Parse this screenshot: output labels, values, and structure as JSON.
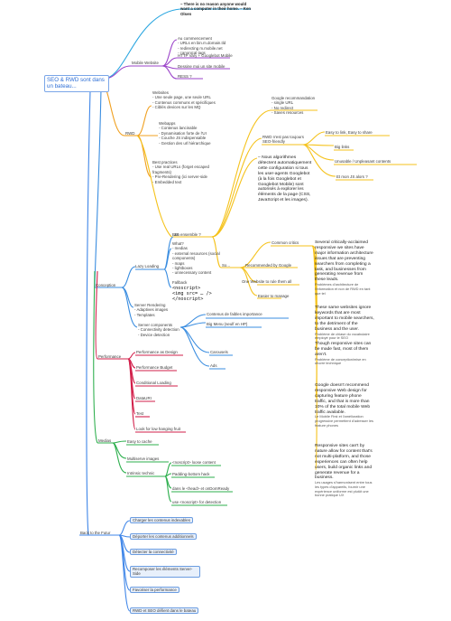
{
  "root": "SEO & RWD sont dans un bateau...",
  "quote": "– There is no reason anyone would want a computer in their home. – Ken Olsen",
  "mobile_website": {
    "label": "Mobile Website",
    "beginning": "Au commencement\n- URLs en bin.m.domain.tld\n- redirecting m.mobile.net\n- canonical tags",
    "http_vary": "HTTP Vary + Googlebot Mobile",
    "design": "Dessine moi un site mobile",
    "rss": "RESS ?"
  },
  "rwd": {
    "label": "RWD",
    "websites": "Websites\n- Une seule page, une seule URL\n- Contenus communs et spécifiques\n- Ciblés devices sur les MQ",
    "webapps": "Webapps\n- Contenus lancinable\n- Dynamisation forte de l'UI\n- Couche JS indispensable\n- Gestion des url hiérarchique",
    "best_practices": "Best practices\n- Use real URLs (forget escaped fragments)\n- Pre-Rendering (ici server-side\n- Embedded text"
  },
  "bon_ensemble": {
    "label": "Bon ensemble ?",
    "google_reco": "Google recommandation\n- single URL\n- No redirect\n- Saves resources",
    "rwd_not_friendly": "RWD n'est pas toujours SEO-friendly",
    "easy_to_share": "Easy to link, Easy to share",
    "big_links": "Big links",
    "unusable": "Unusable / Unpleasant contents",
    "et_mon_js": "Et mon JS alors ?",
    "algos": "– Nous algorithmes détectent automatiquement cette configuration si tous les user-agents Googlebot (à la fois Googlebot et Googlebot Mobile) sont autorisés à explorer les éléments de la page (CSS, JavaScript et les images)."
  },
  "so": {
    "label": "So...",
    "common_critics": "Common critics",
    "recommended": "Recommended by Google",
    "one_website": "One Website to rule them all",
    "easier": "Easier to manage",
    "crit1_en": "Several critically-acclaimed responsive we sites have major information architecture issues that are preventing searchers from completing a task, and businesses from generating revenue from these leads.",
    "crit1_fr": "Problèmes d'architecture de l'information et non de RWD en tant que tel",
    "crit2_en": "These same websites ignore keywords that are most important to mobile searchers, to the detriment of the business and the user.",
    "crit2_fr": "Problème de chiase du vocabulaire employé pour le SEO",
    "crit3_en": "Though responsive sites can be made fast, most of them aren't.",
    "crit3_fr": "Problème de conception/mise en œuvre technique",
    "crit4_en": "Google doesn't recommend responsive Web design for capturing feature phone traffic, and that is more than 10% of the total mobile Web traffic available.",
    "crit4_fr": "Le Mobile First et l'amélioration progressive permettent d'adresser les feature phones",
    "crit5_en": "Responsive sites can't by nature allow for content that's not multi-platform, and those experiences can often help users, build organic links and generate revenue for a business.",
    "crit5_fr": "Les usages s'harmonisent entre tous les types d'appareils, fournir une expérience uniforme est plutôt une bonne pratique UX"
  },
  "conception": {
    "label": "Conception",
    "lazy_loading": "Lazy Loading",
    "js": "JS",
    "what": "What?\n- medias\n- external resources (social components)\n- maps\n- lightboxes\n- unnecessary content",
    "fallback": "Fallback",
    "noscript": "<noscript>\n<img src= … />\n</noscript>",
    "server_rendering": "Server Rendering\n- Adaptives images\n- Templates",
    "server_components": "Server components\n- Connectivity detection\n- Device detection",
    "contenus": "Contenus de faibles importance",
    "big_menu": "Big Menu (seulf en HP)",
    "carousels": "Carousels",
    "ads": "Ads"
  },
  "performance": {
    "label": "Performance",
    "items": [
      "Performance as Design",
      "Performance Budget",
      "Conditional Loading",
      "DataURI",
      "Test",
      "Look for low hanging fruit"
    ]
  },
  "medias": {
    "label": "Medias",
    "easy_to_cache": "Easy to cache",
    "multiserve": "Multiserve images",
    "intrinsic": "Intrinsic technic",
    "noscript_loose": "<noscript> loose content",
    "padding_bottom": "Padding-bottom hack",
    "head_onload": "dans le <head> et onDomReady",
    "use_noscript": "use <noscript> for detection"
  },
  "future": {
    "label": "Back to the Futur",
    "items": [
      "Charger les contenus indexables",
      "Déporter les contenus additionnels",
      "Détecter la connectivité",
      "Recomposer les éléments Server-Side",
      "Favoriser la performance",
      "RWD et SEO défient dans le bateau"
    ]
  },
  "colors": {
    "root": "#2e6fd6",
    "quote": "#2aa6e0",
    "mobile": "#9b44c9",
    "rwd": "#f0a020",
    "bon": "#f5c21b",
    "conception": "#3a8de0",
    "performance": "#d21f4a",
    "medias": "#2eaf4e",
    "future": "#3f86e8"
  }
}
